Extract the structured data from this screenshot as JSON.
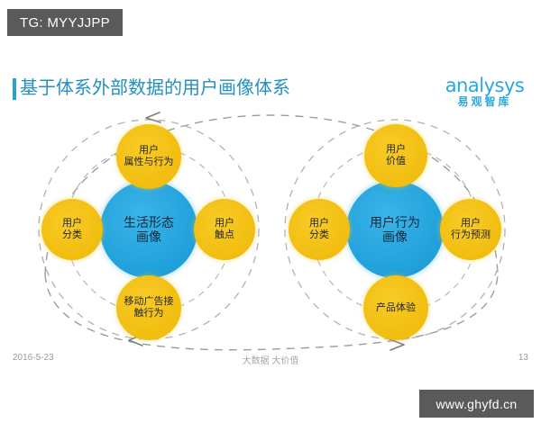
{
  "watermarks": {
    "top_left": "TG: MYYJJPP",
    "bottom_right": "www.ghyfd.cn"
  },
  "header": {
    "title": "基于体系外部数据的用户画像体系",
    "accent_color": "#2f9fcd",
    "title_color": "#2490be",
    "logo": {
      "mark": "analysys",
      "chinese": "易观智库",
      "color": "#2aa7e0"
    }
  },
  "diagram": {
    "colors": {
      "center_blue": "#23a3dc",
      "satellite_yellow": "#f2bf12",
      "dashed_ring": "#a9aaac"
    },
    "groups": [
      {
        "id": "life-style-portrait",
        "center": {
          "line1": "生活形态",
          "line2": "画像"
        },
        "satellites": [
          {
            "position": "top",
            "line1": "用户",
            "line2": "属性与行为"
          },
          {
            "position": "left",
            "line1": "用户",
            "line2": "分类"
          },
          {
            "position": "right",
            "line1": "用户",
            "line2": "触点"
          },
          {
            "position": "bottom",
            "line1": "移动广告接",
            "line2": "触行为"
          }
        ]
      },
      {
        "id": "user-behavior-portrait",
        "center": {
          "line1": "用户行为",
          "line2": "画像"
        },
        "satellites": [
          {
            "position": "top",
            "line1": "用户",
            "line2": "价值"
          },
          {
            "position": "left",
            "line1": "用户",
            "line2": "分类"
          },
          {
            "position": "right",
            "line1": "用户",
            "line2": "行为预测"
          },
          {
            "position": "bottom",
            "line1": "产品体验",
            "line2": ""
          }
        ]
      }
    ]
  },
  "footer": {
    "date": "2016-5-23",
    "center": "大数据  大价值",
    "page": "13"
  }
}
